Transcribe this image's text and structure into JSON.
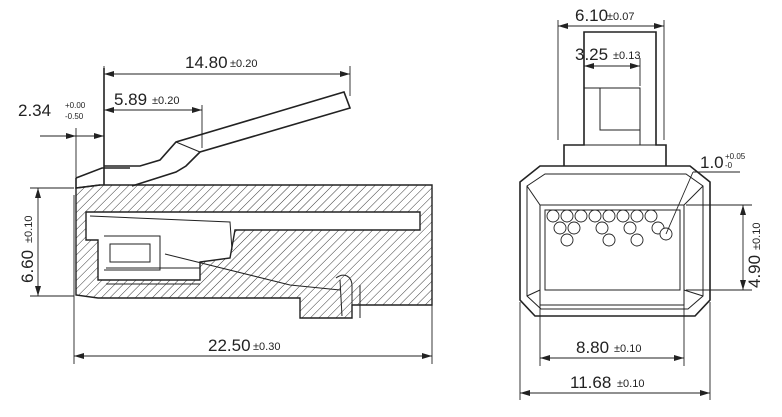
{
  "side_view": {
    "dim_length": {
      "value": "22.50",
      "tol": "±0.30"
    },
    "dim_latch": {
      "value": "14.80",
      "tol": "±0.20"
    },
    "dim_latch_gap": {
      "value": "5.89",
      "tol": "±0.20"
    },
    "dim_offset": {
      "value": "2.34",
      "tol_plus": "+0.00",
      "tol_minus": "-0.50"
    },
    "dim_height": {
      "value": "6.60",
      "tol": "±0.10"
    }
  },
  "front_view": {
    "dim_latch_width": {
      "value": "6.10",
      "tol": "±0.07"
    },
    "dim_latch_inner": {
      "value": "3.25",
      "tol": "±0.13"
    },
    "dim_contact": {
      "value": "1.0",
      "tol_plus": "+0.05",
      "tol_minus": "-0"
    },
    "dim_opening_height": {
      "value": "4.90",
      "tol": "±0.10"
    },
    "dim_opening_width": {
      "value": "8.80",
      "tol": "±0.10"
    },
    "dim_total_width": {
      "value": "11.68",
      "tol": "±0.10"
    }
  }
}
